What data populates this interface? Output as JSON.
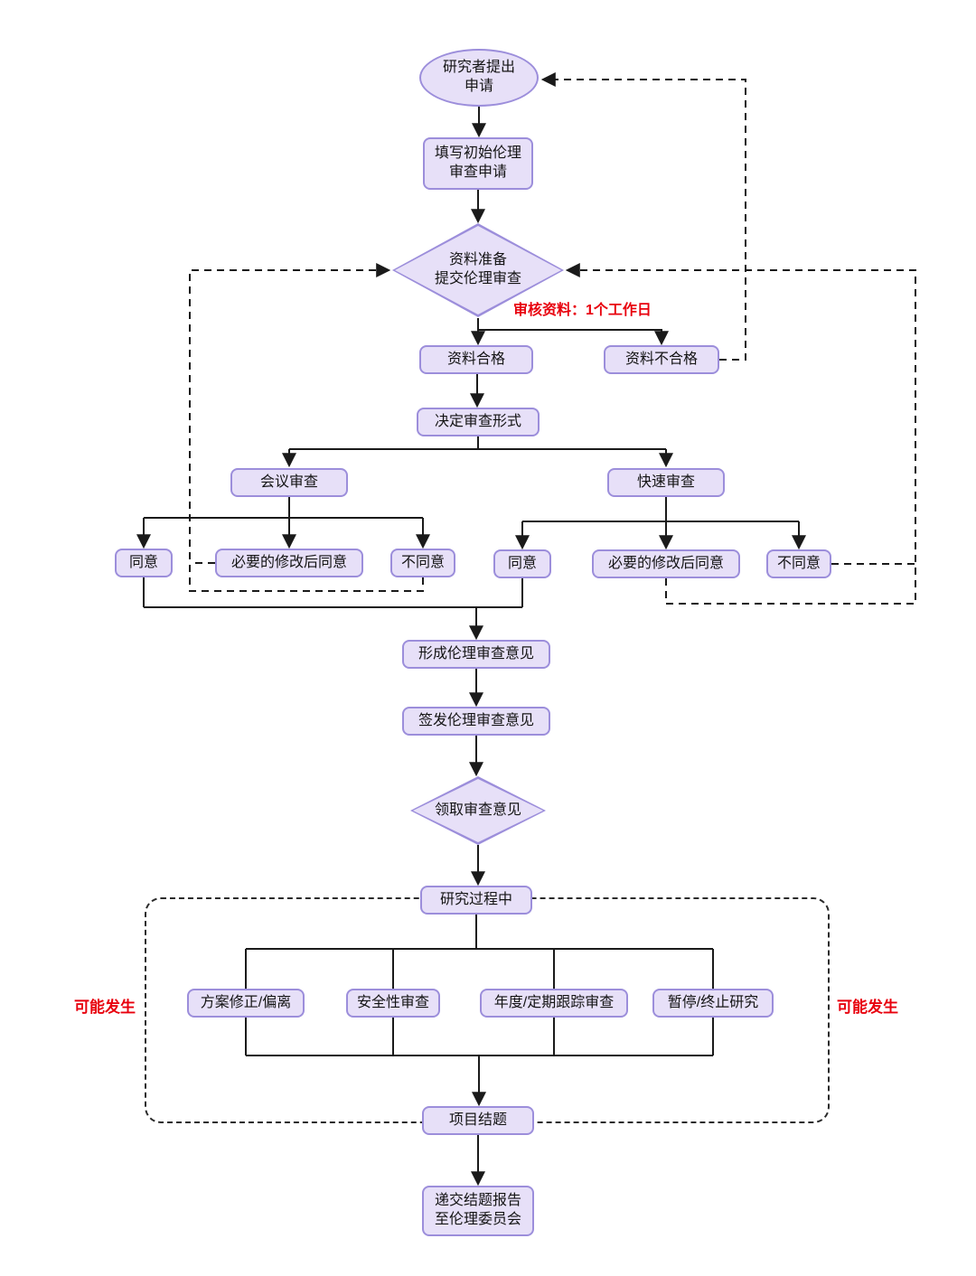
{
  "colors": {
    "node_fill": "#E7E0F8",
    "node_border": "#9C8EDB",
    "annotation_red": "#E8000D",
    "line": "#1A1A1A"
  },
  "annotations": {
    "review_time": "审核资料：1个工作日",
    "may_occur_left": "可能发生",
    "may_occur_right": "可能发生"
  },
  "nodes": {
    "start": "研究者提出\n申请",
    "fill_application": "填写初始伦理\n审查申请",
    "prepare_materials": "资料准备\n提交伦理审查",
    "materials_ok": "资料合格",
    "materials_not_ok": "资料不合格",
    "decide_form": "决定审查形式",
    "meeting_review": "会议审查",
    "rapid_review": "快速审查",
    "agree_meeting": "同意",
    "modify_agree_meeting": "必要的修改后同意",
    "disagree_meeting": "不同意",
    "agree_rapid": "同意",
    "modify_agree_rapid": "必要的修改后同意",
    "disagree_rapid": "不同意",
    "form_opinion": "形成伦理审查意见",
    "issue_opinion": "签发伦理审查意见",
    "receive_opinion": "领取审查意见",
    "in_research": "研究过程中",
    "amendment": "方案修正/偏离",
    "safety_review": "安全性审查",
    "tracking_review": "年度/定期跟踪审查",
    "pause_terminate": "暂停/终止研究",
    "project_end": "项目结题",
    "submit_report": "递交结题报告\n至伦理委员会"
  }
}
